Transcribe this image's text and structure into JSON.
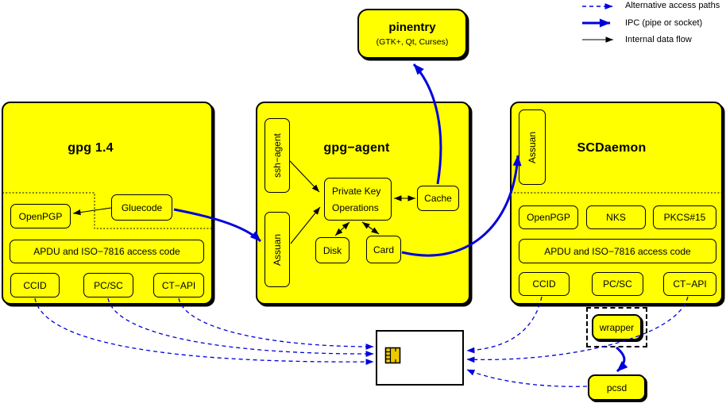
{
  "legend": {
    "items": [
      {
        "label": "Alternative access paths",
        "style": "dashed-blue-arrow"
      },
      {
        "label": "IPC (pipe or socket)",
        "style": "thick-blue-arrow"
      },
      {
        "label": "Internal data flow",
        "style": "thin-black-arrow"
      }
    ]
  },
  "pinentry": {
    "title": "pinentry",
    "subtitle": "(GTK+, Qt, Curses)"
  },
  "gpg14": {
    "title": "gpg 1.4",
    "openpgp": "OpenPGP",
    "gluecode": "Gluecode",
    "apdu": "APDU and ISO−7816 access code",
    "ccid": "CCID",
    "pcsc": "PC/SC",
    "ctapi": "CT−API"
  },
  "gpgagent": {
    "title": "gpg−agent",
    "sshagent": "ssh−agent",
    "assuan": "Assuan",
    "pko_line1": "Private Key",
    "pko_line2": "Operations",
    "cache": "Cache",
    "disk": "Disk",
    "card": "Card"
  },
  "scdaemon": {
    "title": "SCDaemon",
    "assuan": "Assuan",
    "openpgp": "OpenPGP",
    "nks": "NKS",
    "pkcs15": "PKCS#15",
    "apdu": "APDU and ISO−7816 access code",
    "ccid": "CCID",
    "pcsc": "PC/SC",
    "ctapi": "CT−API"
  },
  "bottom": {
    "wrapper": "wrapper",
    "pcsd": "pcsd"
  },
  "colors": {
    "box_fill": "#ffff00",
    "arrow_blue": "#0000dd",
    "line_black": "#000000",
    "card_fill": "#ffffff",
    "chip_fill": "#eec900"
  }
}
